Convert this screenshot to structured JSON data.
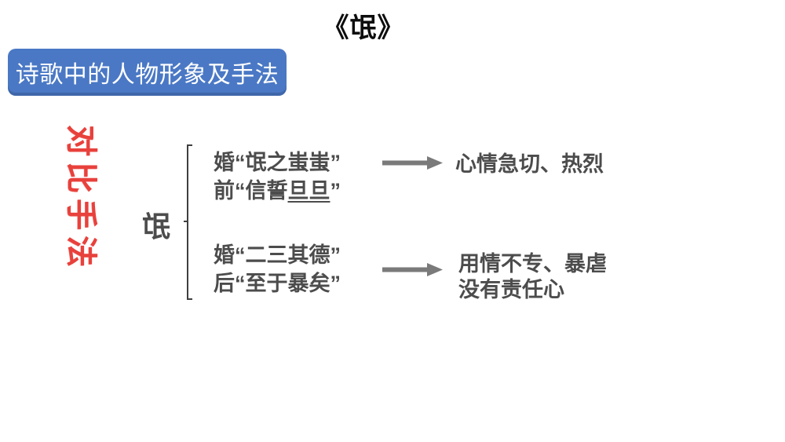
{
  "slide": {
    "title": "《氓》",
    "badge_label": "诗歌中的人物形象及手法",
    "side_label": "对比手法"
  },
  "diagram": {
    "root": "氓",
    "branches": [
      {
        "line1": "婚“氓之蚩蚩”",
        "line2_pre": "前“信誓",
        "line2_underlined": "旦旦",
        "line2_post": "”",
        "result_line1": "心情急切、热烈",
        "result_line2": ""
      },
      {
        "line1": "婚“二三其德”",
        "line2_pre": "后“至于暴矣”",
        "line2_underlined": "",
        "line2_post": "",
        "result_line1": "用情不专、暴虐",
        "result_line2": "没有责任心"
      }
    ]
  },
  "colors": {
    "badge_blue": "#4a78c5",
    "side_label_red": "#e8413c",
    "text_gray": "#4c4c4c",
    "arrow_gray": "#7a7a7a",
    "title_black": "#0d0d0d"
  }
}
